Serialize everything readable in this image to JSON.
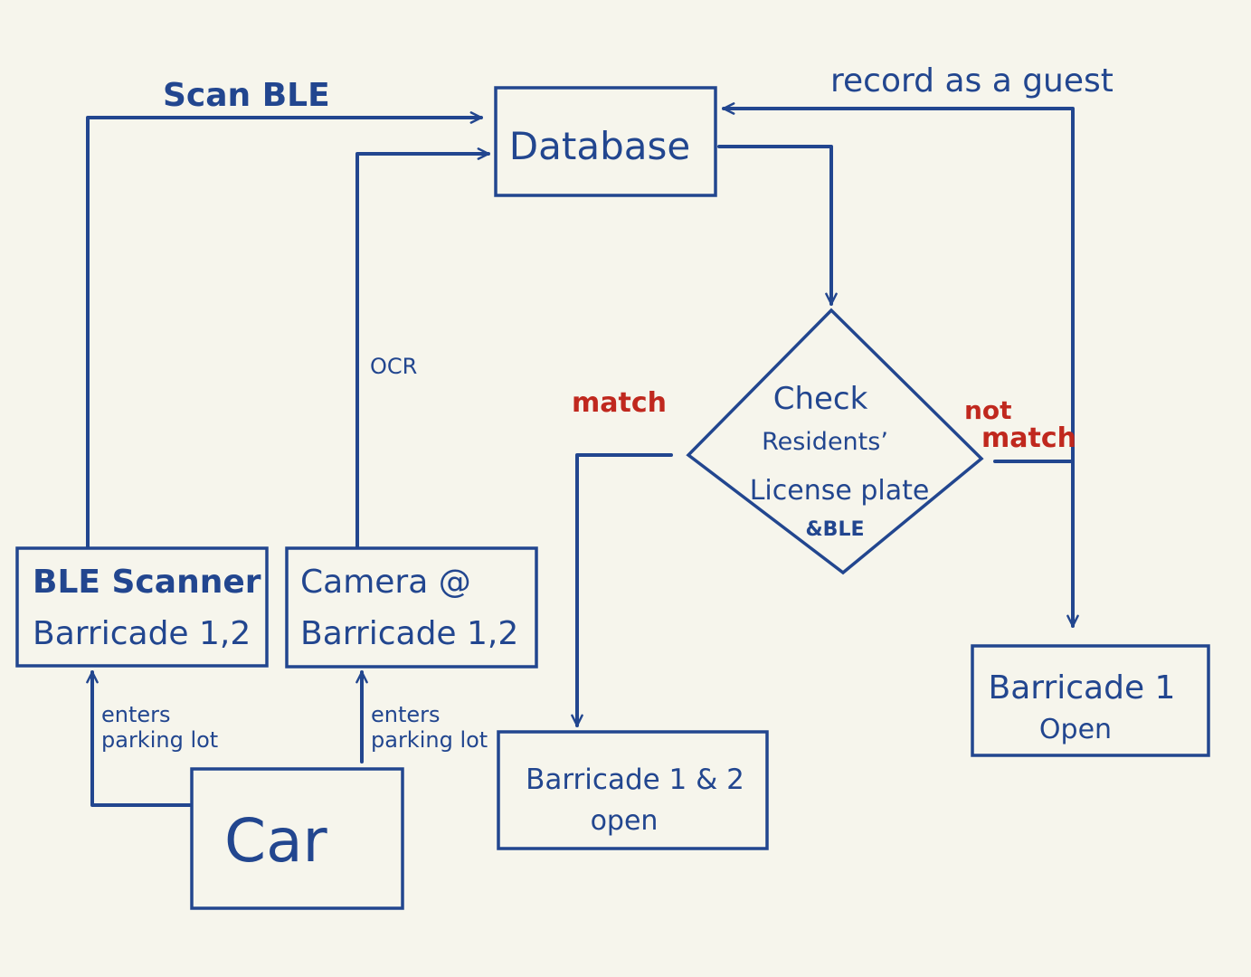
{
  "colors": {
    "background": "#f6f5ec",
    "ink": "#22468f",
    "accent": "#c0281e"
  },
  "nodes": {
    "database": "Database",
    "ble_scanner": [
      "BLE Scanner",
      "Barricade 1,2"
    ],
    "camera": [
      "Camera @",
      "Barricade 1,2"
    ],
    "car": "Car",
    "check": [
      "Check",
      "Residents’",
      "License plate",
      "&BLE"
    ],
    "barricade_both": [
      "Barricade 1 & 2",
      "open"
    ],
    "barricade_one": [
      "Barricade 1",
      "Open"
    ]
  },
  "edges": {
    "scan_ble": "Scan BLE",
    "ocr": "OCR",
    "record_guest": "record as a guest",
    "match": "match",
    "not_match": [
      "not",
      "match"
    ],
    "enters_ble": [
      "enters",
      "parking lot"
    ],
    "enters_camera": [
      "enters",
      "parking lot"
    ]
  }
}
